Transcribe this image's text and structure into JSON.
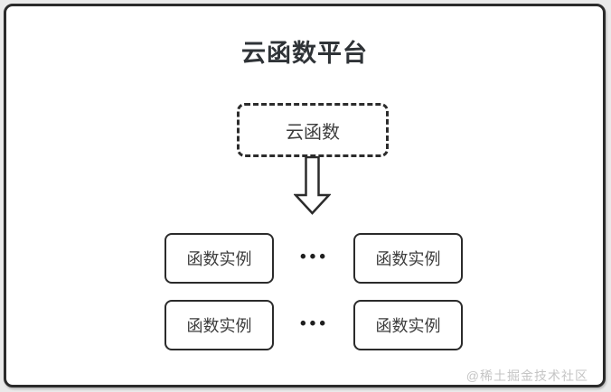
{
  "diagram": {
    "title": "云函数平台",
    "source_node": {
      "label": "云函数",
      "style": "dashed"
    },
    "connector": {
      "type": "block-arrow",
      "direction": "down"
    },
    "ellipsis": "•••",
    "instance_rows": [
      {
        "left": "函数实例",
        "right": "函数实例"
      },
      {
        "left": "函数实例",
        "right": "函数实例"
      }
    ],
    "watermark": "@稀土掘金技术社区",
    "colors": {
      "stroke": "#2b2b2b",
      "title_text": "#2f3337",
      "node_text": "#3d3d3d",
      "canvas_background": "#ffffff",
      "page_background": "#eaeaea",
      "watermark_text": "#c5c5c5"
    }
  }
}
